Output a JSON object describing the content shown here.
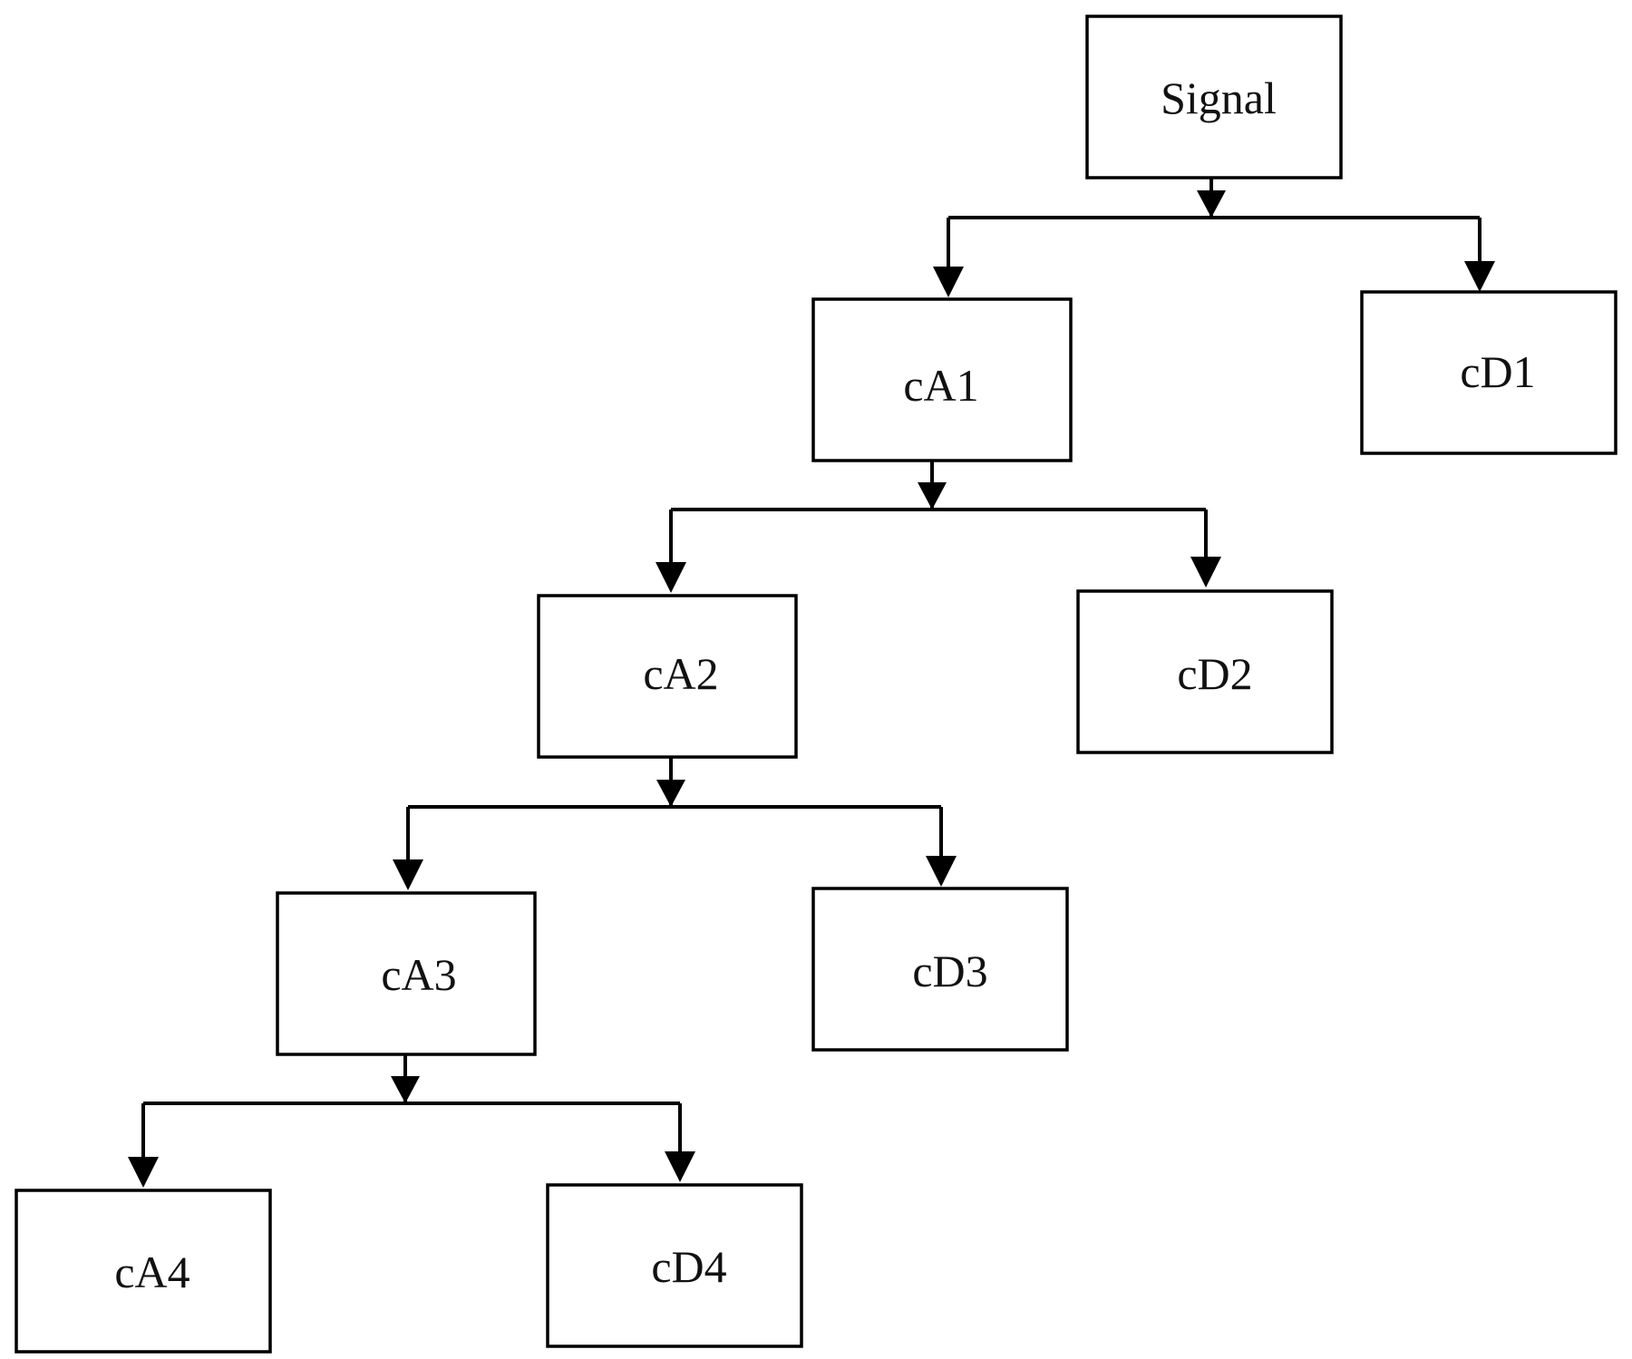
{
  "diagram": {
    "nodes": {
      "signal": "Signal",
      "cA1": "cA1",
      "cD1": "cD1",
      "cA2": "cA2",
      "cD2": "cD2",
      "cA3": "cA3",
      "cD3": "cD3",
      "cA4": "cA4",
      "cD4": "cD4"
    },
    "edges": [
      {
        "from": "signal",
        "to": "cA1"
      },
      {
        "from": "signal",
        "to": "cD1"
      },
      {
        "from": "cA1",
        "to": "cA2"
      },
      {
        "from": "cA1",
        "to": "cD2"
      },
      {
        "from": "cA2",
        "to": "cA3"
      },
      {
        "from": "cA2",
        "to": "cD3"
      },
      {
        "from": "cA3",
        "to": "cA4"
      },
      {
        "from": "cA3",
        "to": "cD4"
      }
    ]
  }
}
